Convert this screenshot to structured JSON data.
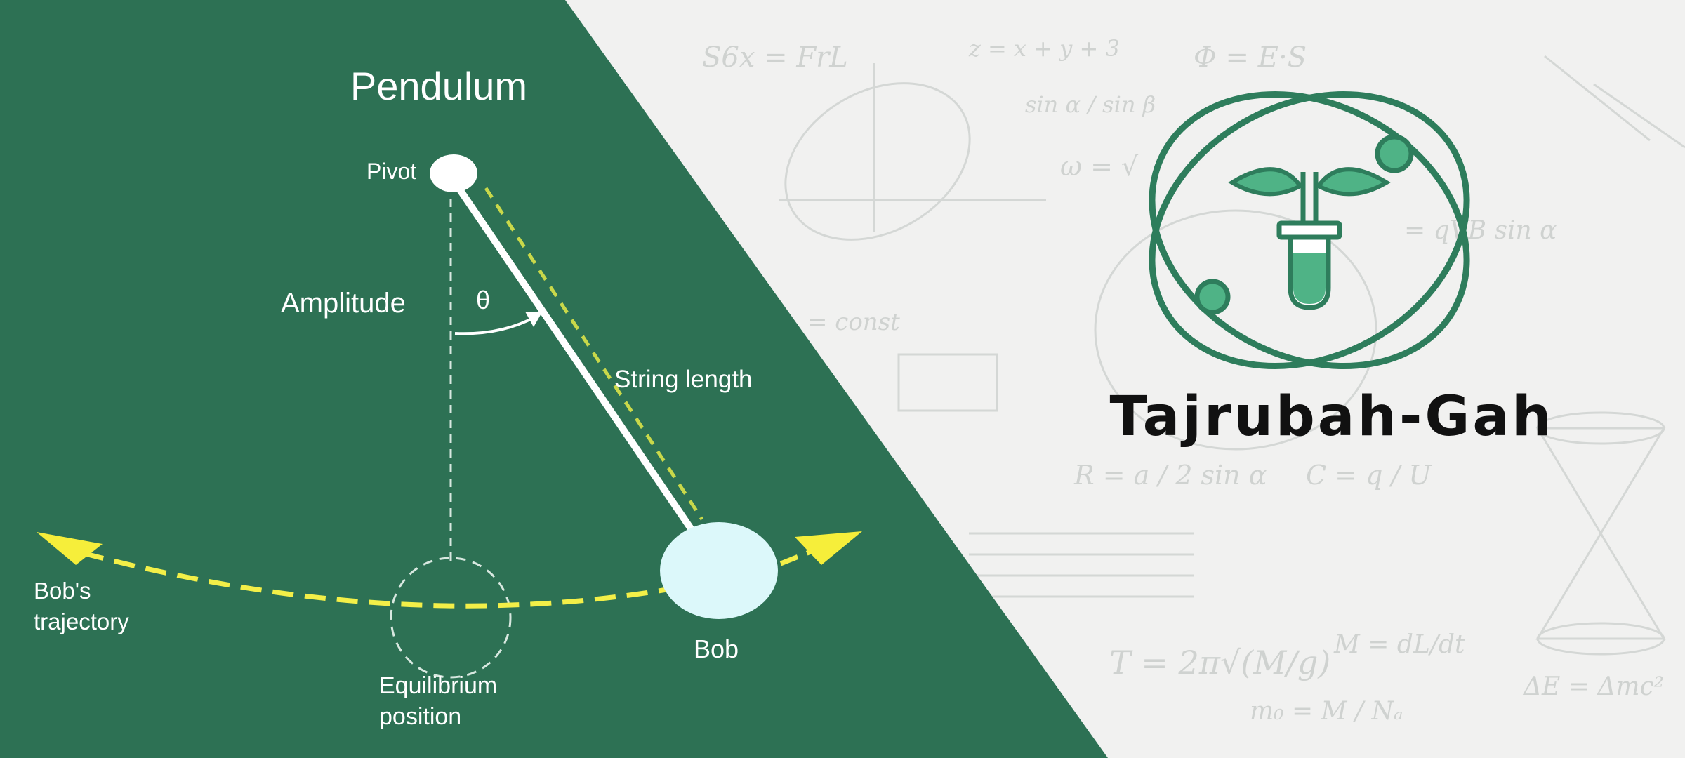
{
  "diagram": {
    "title": "Pendulum",
    "labels": {
      "pivot": "Pivot",
      "amplitude": "Amplitude",
      "theta": "θ",
      "string_length": "String length",
      "trajectory_line1": "Bob's",
      "trajectory_line2": "trajectory",
      "equilibrium_line1": "Equilibrium",
      "equilibrium_line2": "position",
      "bob": "Bob"
    }
  },
  "brand": {
    "name": "Tajrubah-Gah"
  },
  "background_formulas": [
    "S6x = FrL",
    "z = x + y + 3",
    "Φ = E·S",
    "sin α / sin β",
    "ω = √",
    "T = 2π√(M/g)",
    "M = dL/dt",
    "ΔE = Δmc²",
    "R = a / 2 sin α",
    "C = q / U",
    "= qVB sin α",
    "m₀ = M / Nₐ",
    "= const"
  ],
  "colors": {
    "panel_green": "#2d7154",
    "logo_green": "#2e7d5c",
    "logo_light_green": "#4fb386",
    "bob_fill": "#dcf8fa",
    "trajectory_yellow": "#f3ef48",
    "arrow_yellow": "#f6ee3a",
    "background": "#f1f1f0"
  }
}
